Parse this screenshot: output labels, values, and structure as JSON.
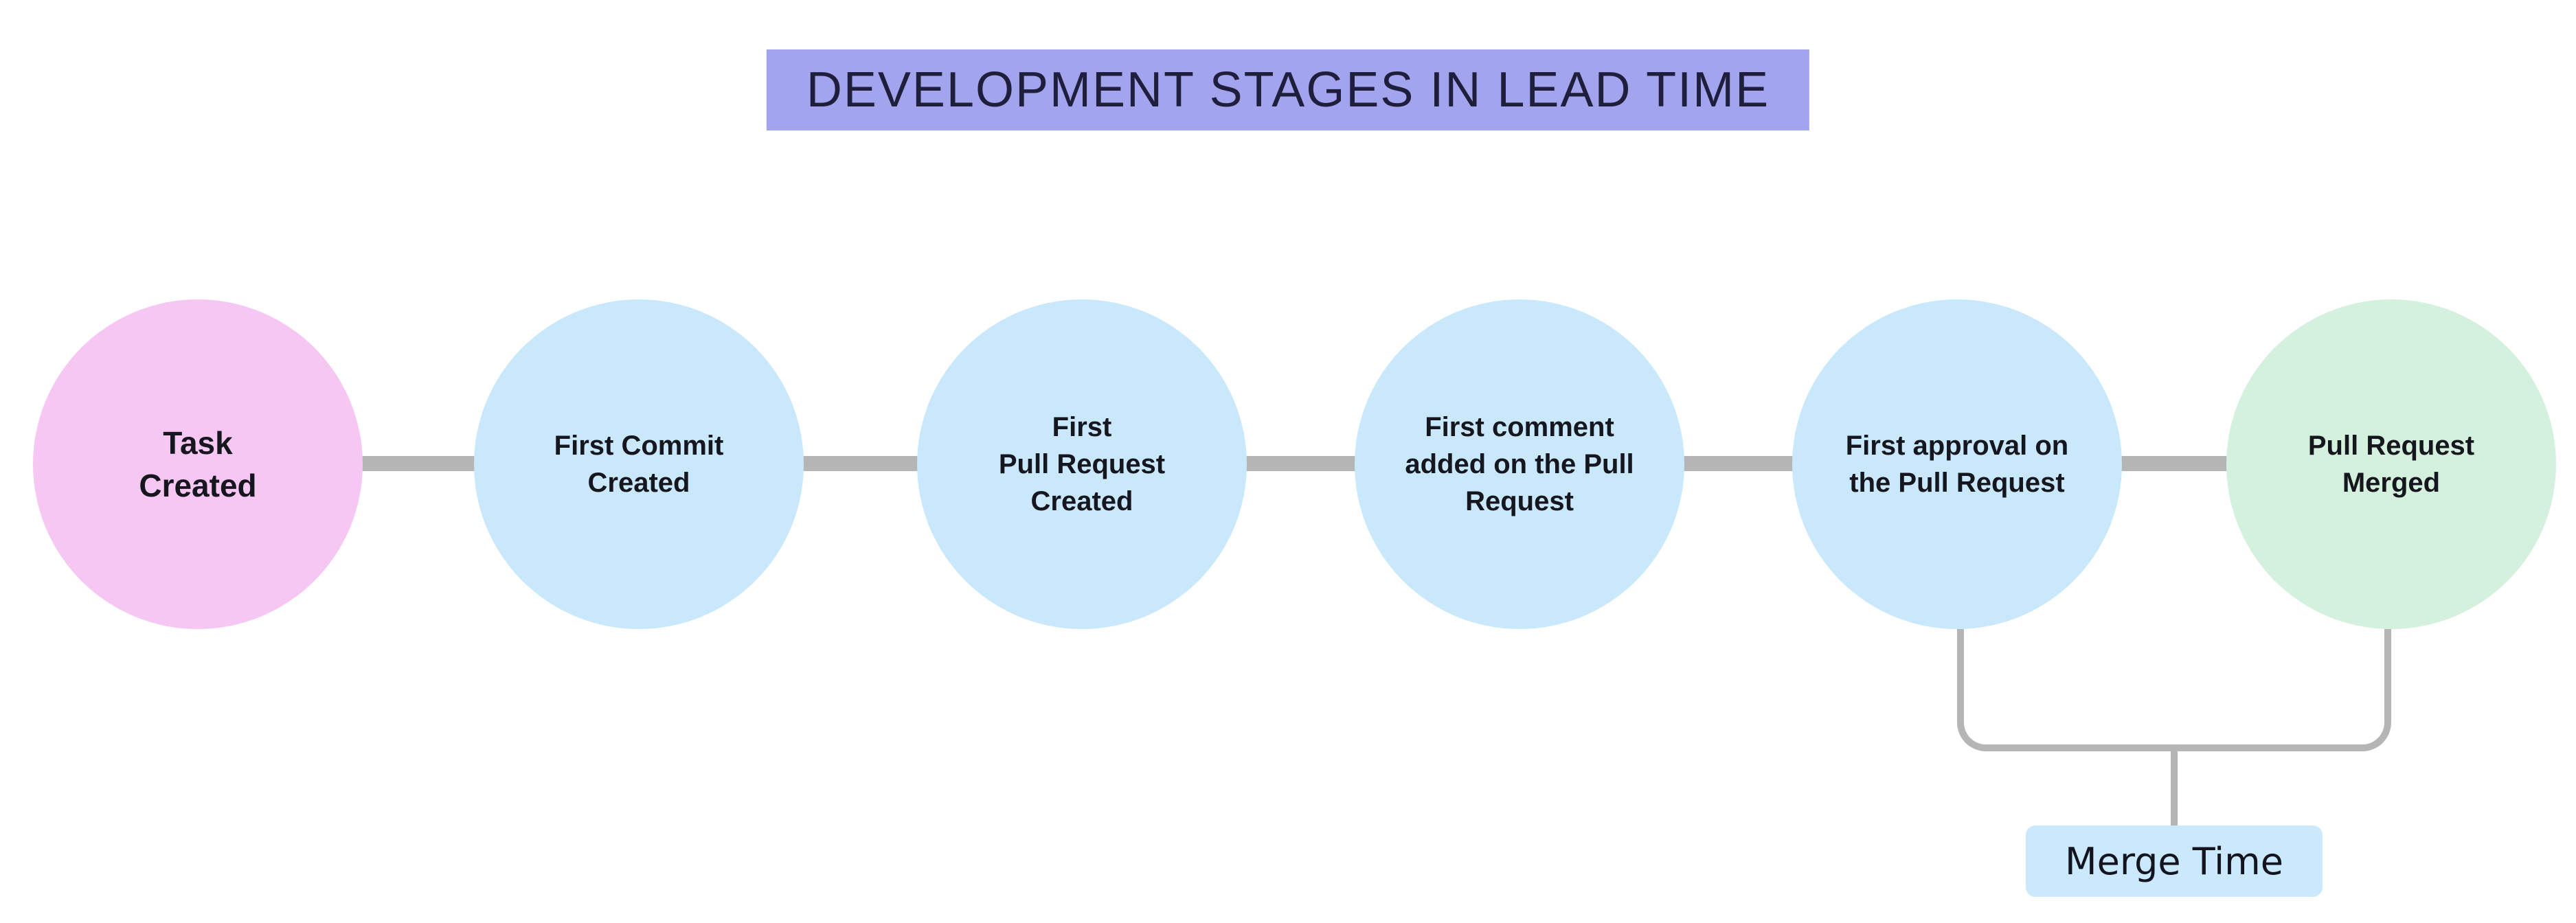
{
  "title": "DEVELOPMENT STAGES IN LEAD TIME",
  "colors": {
    "background": "#ffffff",
    "title_bg": "#a3a4ee",
    "title_text": "#1f1f3d",
    "connector": "#b5b5b5",
    "node_text": "#16161f",
    "stage_pink": "#f6c7f3",
    "stage_blue": "#c9e8fb",
    "stage_green": "#d4f1de",
    "merge_label_bg": "#cbe9fd"
  },
  "stages": [
    {
      "label": "Task\nCreated",
      "color": "#f6c7f3"
    },
    {
      "label": "First Commit\nCreated",
      "color": "#c9e8fb"
    },
    {
      "label": "First\nPull Request\nCreated",
      "color": "#c9e8fb"
    },
    {
      "label": "First comment\nadded on the Pull\nRequest",
      "color": "#c9e8fb"
    },
    {
      "label": "First approval on\nthe Pull Request",
      "color": "#c9e8fb"
    },
    {
      "label": "Pull Request\nMerged",
      "color": "#d4f1de"
    }
  ],
  "merge_time": {
    "label": "Merge Time",
    "bg": "#cbe9fd"
  }
}
